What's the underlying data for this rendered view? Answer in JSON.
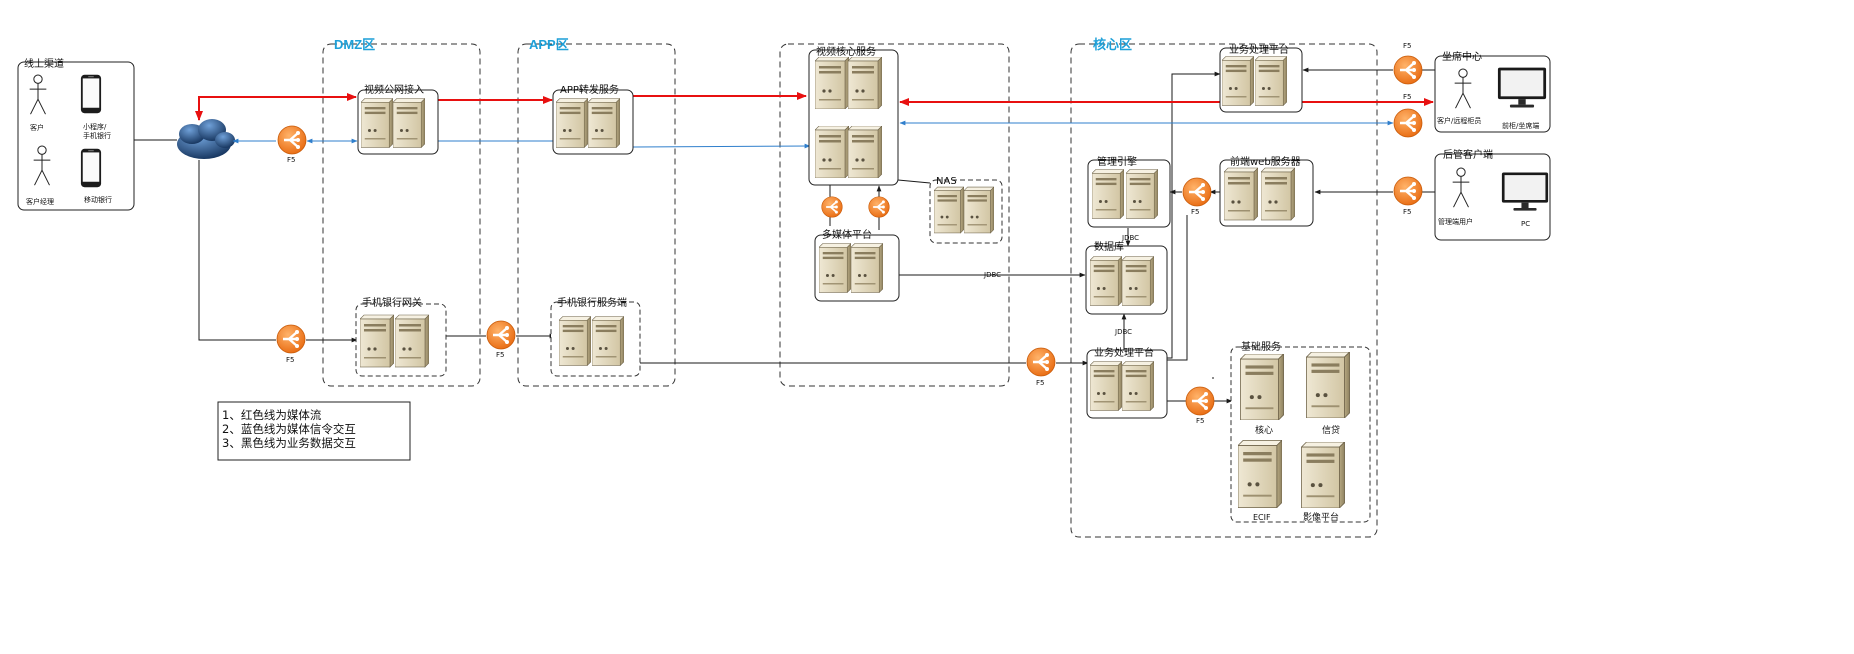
{
  "zones": {
    "dmz": "DMZ区",
    "app": "APP区",
    "core": "核心区"
  },
  "groups": {
    "online_channels": "线上渠道",
    "video_public_access": "视频公网接入",
    "app_forwarding": "APP转发服务",
    "video_core": "视频核心服务",
    "nas": "NAS",
    "multimedia_platform": "多媒体平台",
    "mobile_gateway": "手机银行网关",
    "mobile_server": "手机银行服务端",
    "business_platform_top": "业务处理平台",
    "management_engine": "管理引擎",
    "database": "数据库",
    "business_platform": "业务处理平台",
    "frontend_web": "前端web服务器",
    "basic_services": "基础服务",
    "seat_center": "坐席中心",
    "backoffice_client": "后管客户端"
  },
  "actors": {
    "customer": "客户",
    "customer_manager": "客户经理",
    "mini_program": "小程序/",
    "mobile_banking_app": "手机银行",
    "mobile_bank": "移动银行",
    "customer_remote_teller": "客户/远程柜员",
    "counter_seat": "前柜/坐席端",
    "admin_user": "管理端用户",
    "pc": "PC"
  },
  "services": {
    "core": "核心",
    "credit": "信贷",
    "ecif": "ECIF",
    "imaging": "影像平台"
  },
  "edge_labels": {
    "f5": "F5",
    "jdbc": "JDBC"
  },
  "legend": [
    "1、红色线为媒体流",
    "2、蓝色线为媒体信令交互",
    "3、黑色线为业务数据交互"
  ],
  "colors": {
    "media_stream": "#e81010",
    "signaling": "#2f7fcc",
    "business_data": "#1a1a1a",
    "zone_label": "#1ea0d8",
    "f5": "#f07a20"
  }
}
